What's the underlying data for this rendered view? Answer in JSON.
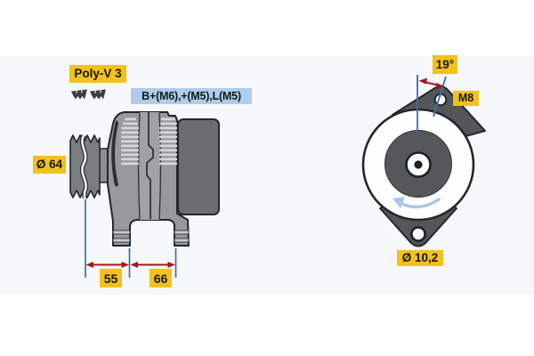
{
  "diagram": {
    "title": "alternator-technical-drawing",
    "side_view": {
      "belt_type": "Poly-V 3",
      "connections": "B+(M6),+(M5),L(M5)",
      "pulley_diameter": "Ø 64",
      "dim_pulley_to_front_mount": "55",
      "dim_front_to_rear_mount": "66"
    },
    "front_view": {
      "mounting_angle": "19°",
      "lug_thread": "M8",
      "mounting_hole_diameter": "Ø 10,2"
    },
    "icons": {
      "belt_profile": "poly-v-belt-section-icon",
      "rotation": "counterclockwise-rotation-arrow-icon"
    }
  },
  "colors": {
    "highlight_yellow": "#f2c11c",
    "label_blue_bg": "#aecdea",
    "label_text": "#15181b",
    "dimension_line_blue": "#3c70ab",
    "dimension_arrow_red": "#9c1b1f",
    "rotation_arrow_blue": "#a7c7e7",
    "body_gray": "#97999b",
    "rear_cover_gray": "#6b6e70",
    "band_gray": "#f6f7f8"
  }
}
